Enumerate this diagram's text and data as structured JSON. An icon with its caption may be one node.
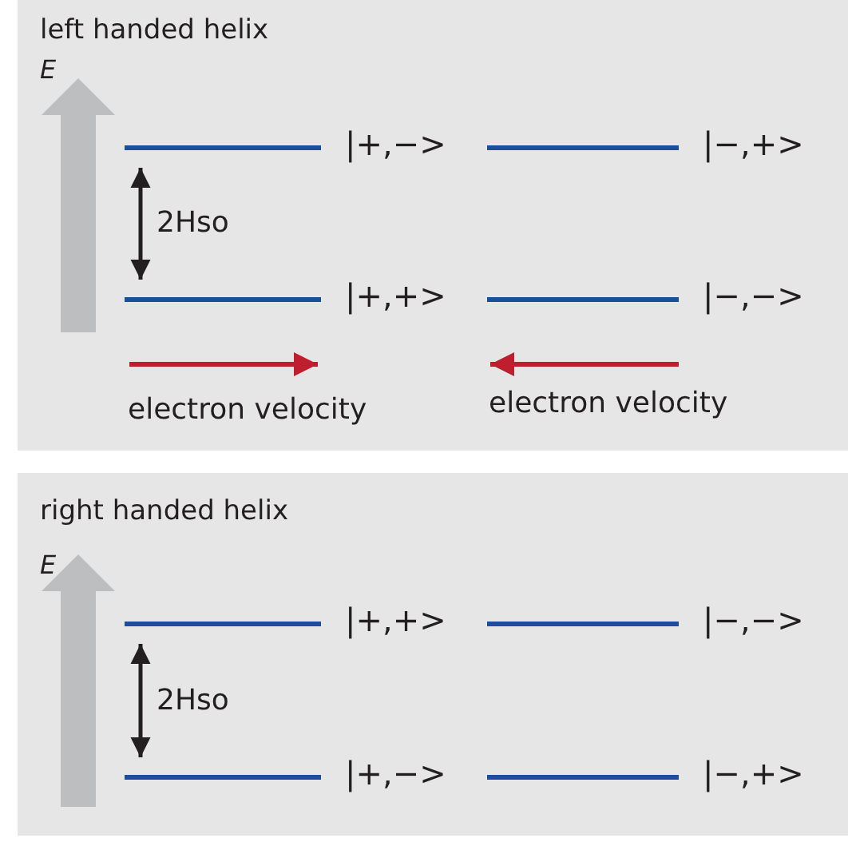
{
  "diagram": {
    "nodes": [
      {
        "text": [
          "left handed helix"
        ]
      },
      {
        "text": [],
        "shape": "bar",
        "in": 0,
        "beside": [
          "|+,−>"
        ]
      },
      {
        "text": [],
        "shape": "bar",
        "in": 0,
        "beside": [
          "|−,+>"
        ]
      },
      {
        "text": [],
        "shape": "bar",
        "in": 0,
        "beside": [
          "|+,+>"
        ]
      },
      {
        "text": [],
        "shape": "bar",
        "in": 0,
        "beside": [
          "|−,−>"
        ]
      },
      {
        "text": [
          "right handed helix"
        ]
      },
      {
        "text": [],
        "shape": "bar",
        "in": 5,
        "beside": [
          "|+,+>"
        ]
      },
      {
        "text": [],
        "shape": "bar",
        "in": 5,
        "beside": [
          "|−,−>"
        ]
      },
      {
        "text": [],
        "shape": "bar",
        "in": 5,
        "beside": [
          "|+,−>"
        ]
      },
      {
        "text": [],
        "shape": "bar",
        "in": 5,
        "beside": [
          "|−,+>"
        ]
      }
    ],
    "edges": [
      {
        "from": 1,
        "to": 3,
        "arrow": "both",
        "label": "2Hso"
      },
      {
        "from": 6,
        "to": 8,
        "arrow": "both",
        "label": "2Hso"
      }
    ],
    "labels": [
      "E",
      "electron velocity",
      "electron velocity",
      "E"
    ]
  }
}
